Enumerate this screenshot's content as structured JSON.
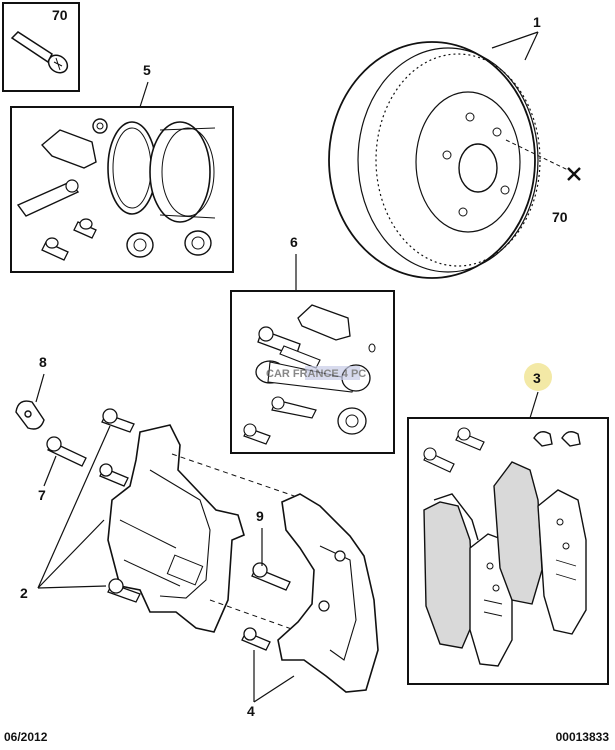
{
  "callouts": {
    "c1": "1",
    "c2": "2",
    "c3": "3",
    "c4": "4",
    "c5": "5",
    "c6": "6",
    "c7": "7",
    "c8": "8",
    "c9": "9",
    "c70a": "70",
    "c70b": "70"
  },
  "watermark": "CAR FRANCE 4 PC",
  "footer": {
    "date": "06/2012",
    "ref": "00013833"
  },
  "colors": {
    "line": "#1a1a1a",
    "pad": "#d9d9d9",
    "highlight": "#f3e9a6"
  }
}
